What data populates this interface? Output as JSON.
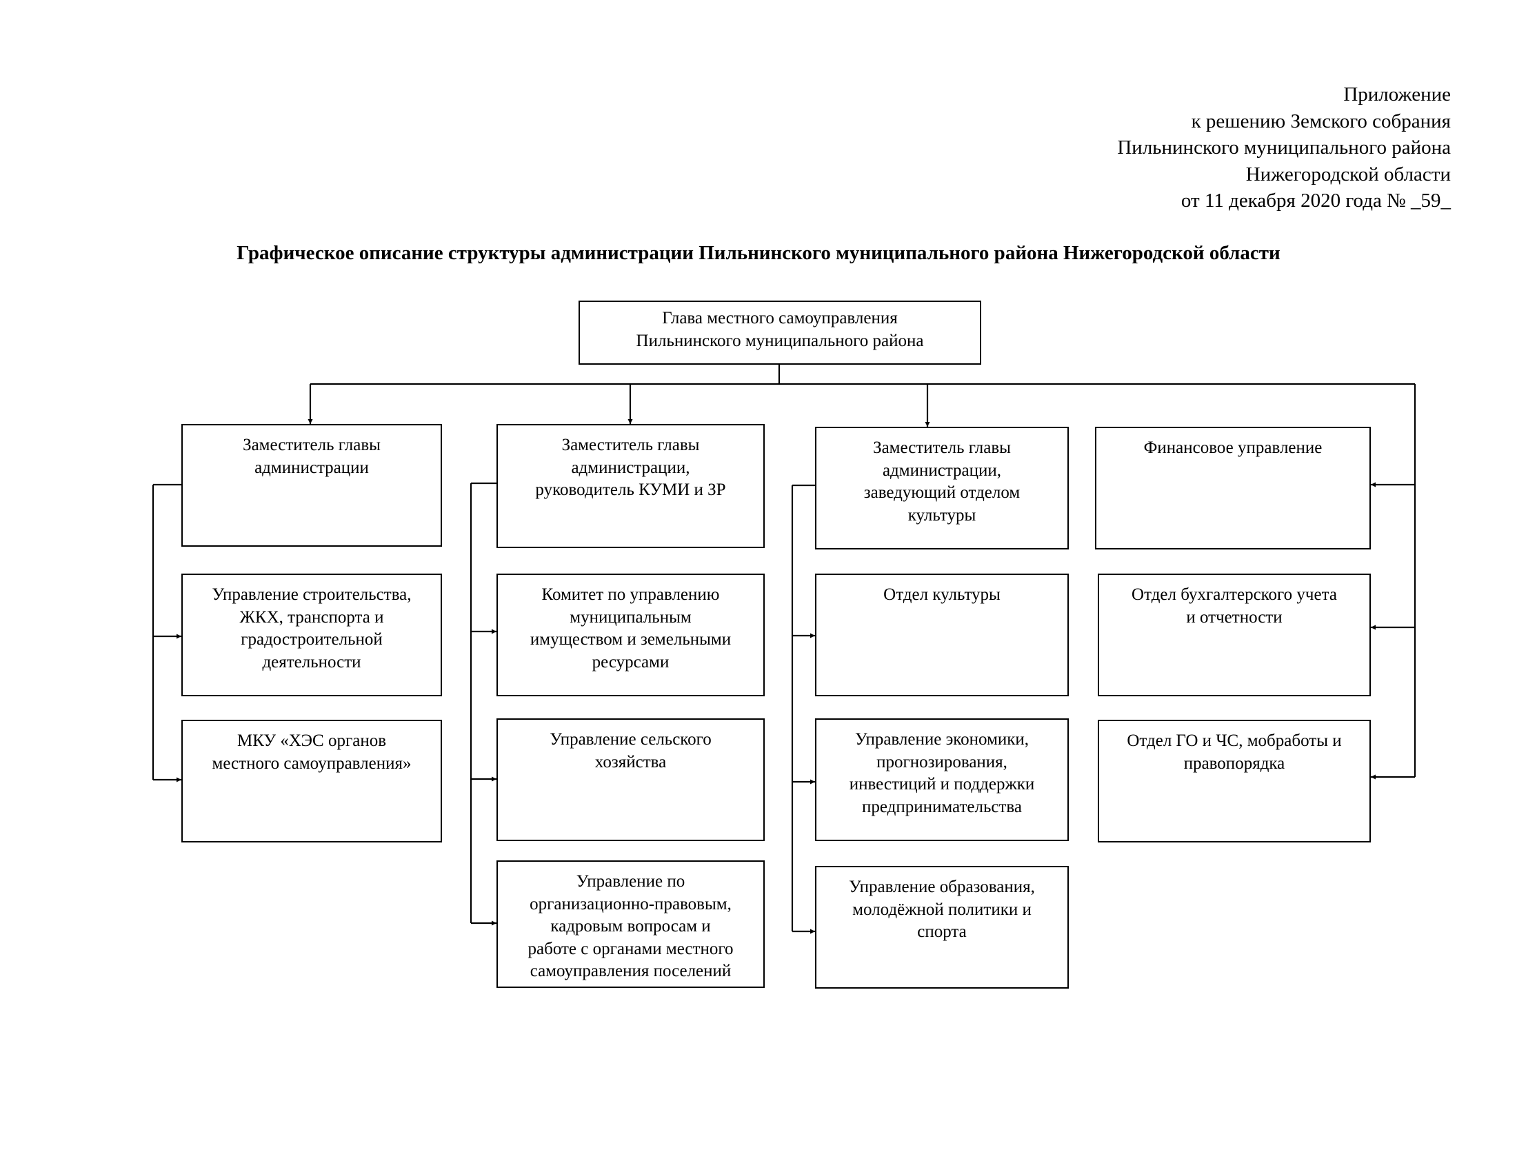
{
  "appendix": {
    "lines": [
      "Приложение",
      "к решению Земского собрания",
      "Пильнинского муниципального района",
      "Нижегородской области",
      "от 11 декабря 2020 года № _59_"
    ]
  },
  "title": "Графическое описание структуры администрации Пильнинского муниципального района Нижегородской области",
  "org": {
    "head": "Глава местного самоуправления\nПильнинского муниципального района",
    "col1": {
      "deputy": "Заместитель главы\nадминистрации",
      "units": [
        "Управление строительства,\nЖКХ, транспорта и\nградостроительной\nдеятельности",
        "МКУ «ХЭС органов\nместного самоуправления»"
      ]
    },
    "col2": {
      "deputy": "Заместитель главы\nадминистрации,\nруководитель КУМИ и ЗР",
      "units": [
        "Комитет по управлению\nмуниципальным\nимуществом и земельными\nресурсами",
        "Управление сельского\nхозяйства",
        "Управление по\nорганизационно-правовым,\nкадровым вопросам и\nработе с органами местного\nсамоуправления поселений"
      ]
    },
    "col3": {
      "deputy": "Заместитель главы\nадминистрации,\nзаведующий отделом\nкультуры",
      "units": [
        "Отдел культуры",
        "Управление экономики,\nпрогнозирования,\nинвестиций и поддержки\nпредпринимательства",
        "Управление образования,\nмолодёжной политики и\nспорта"
      ]
    },
    "col4": {
      "top": "Финансовое управление",
      "units": [
        "Отдел бухгалтерского учета\nи отчетности",
        "Отдел ГО и ЧС, мобработы и\nправопорядка"
      ]
    }
  }
}
